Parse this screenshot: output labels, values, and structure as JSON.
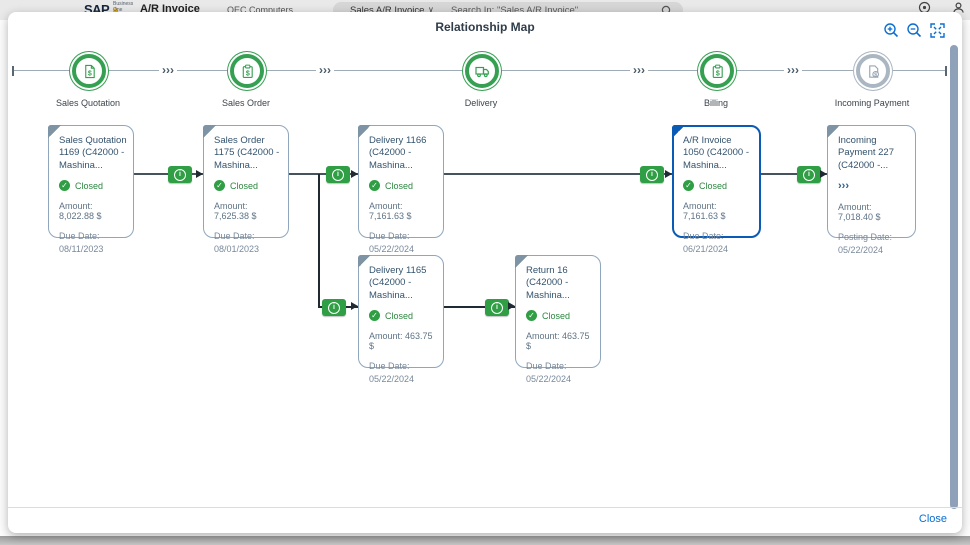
{
  "colors": {
    "accent_green": "#2f9e44",
    "selected_blue": "#0a5bb5",
    "link_blue": "#0a6ed1",
    "inactive_gray": "#aab6c1"
  },
  "top_bar": {
    "logo_text": "SAP",
    "logo_sub": "Business One",
    "module_title": "A/R Invoice",
    "company": "OEC Computers",
    "context_selector": "Sales A/R Invoice",
    "selector_chevron": "∨",
    "search_placeholder": "Search In: \"Sales A/R Invoice\""
  },
  "dialog": {
    "title": "Relationship Map",
    "close_label": "Close"
  },
  "stage_chevron": "›››",
  "stages": [
    {
      "label": "Sales Quotation"
    },
    {
      "label": "Sales Order"
    },
    {
      "label": "Delivery"
    },
    {
      "label": "Billing"
    },
    {
      "label": "Incoming Payment"
    }
  ],
  "cards": [
    {
      "title": "Sales Quotation 1169 (C42000 - Mashina...",
      "status": "Closed",
      "amount": "Amount: 8,022.88 $",
      "date_label": "Due Date:",
      "date": "08/11/2023"
    },
    {
      "title": "Sales Order 1175 (C42000 - Mashina...",
      "status": "Closed",
      "amount": "Amount: 7,625.38 $",
      "date_label": "Due Date:",
      "date": "08/01/2023"
    },
    {
      "title": "Delivery 1166 (C42000 - Mashina...",
      "status": "Closed",
      "amount": "Amount: 7,161.63 $",
      "date_label": "Due Date:",
      "date": "05/22/2024"
    },
    {
      "title": "A/R Invoice 1050 (C42000 - Mashina...",
      "status": "Closed",
      "amount": "Amount: 7,161.63 $",
      "date_label": "Due Date:",
      "date": "06/21/2024"
    },
    {
      "title": "Incoming Payment 227 (C42000 -...",
      "chevrons": "›››",
      "amount": "Amount: 7,018.40 $",
      "date_label": "Posting Date:",
      "date": "05/22/2024"
    },
    {
      "title": "Delivery 1165 (C42000 - Mashina...",
      "status": "Closed",
      "amount": "Amount: 463.75 $",
      "date_label": "Due Date:",
      "date": "05/22/2024"
    },
    {
      "title": "Return 16 (C42000 - Mashina...",
      "status": "Closed",
      "amount": "Amount: 463.75 $",
      "date_label": "Due Date:",
      "date": "05/22/2024"
    }
  ]
}
